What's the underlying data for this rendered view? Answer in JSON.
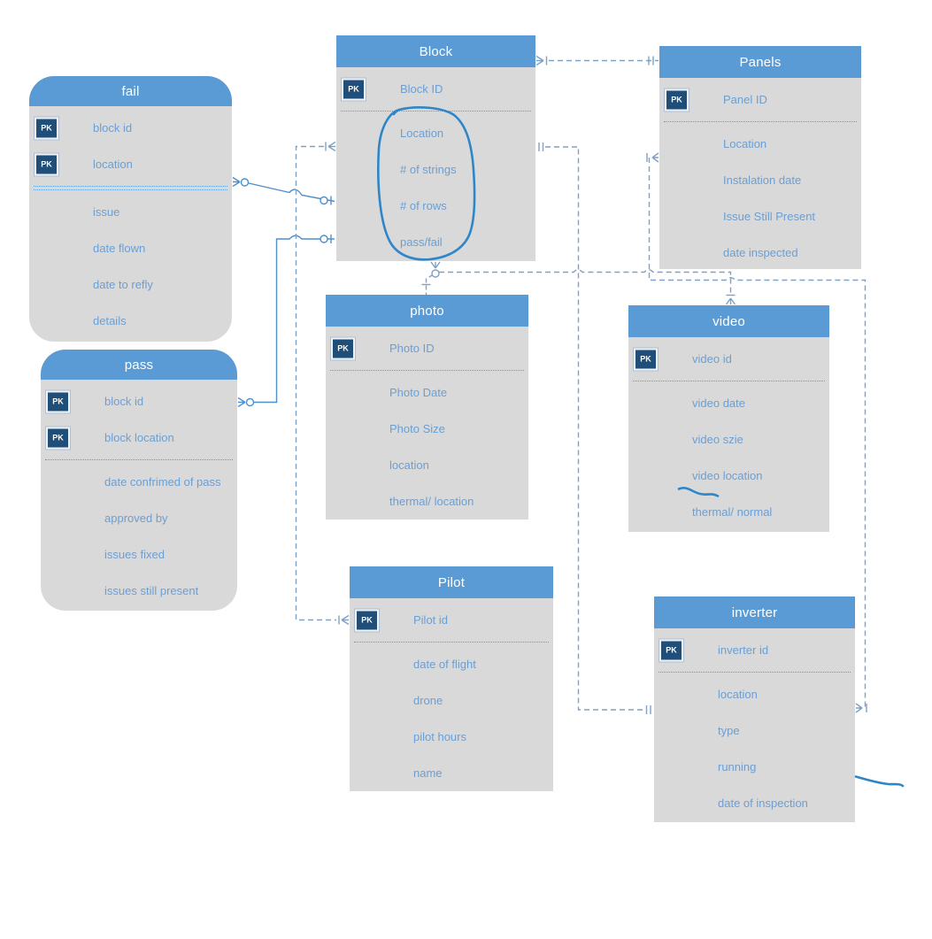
{
  "pk_label": "PK",
  "colors": {
    "header_blue": "#5b9bd5",
    "body_gray": "#d9d9d9",
    "pk_navy": "#1f4e79",
    "field_text_blue": "#6b9fd4",
    "header_text": "#ffffff",
    "connector_solid": "#4e8fcc",
    "connector_dashed": "#7fa1c4",
    "annotation_blue": "#2e86c8"
  },
  "tables": [
    {
      "id": "fail",
      "title": "fail",
      "shape": "rounded",
      "pk_fields": [
        "block id",
        "location"
      ],
      "fields": [
        "issue",
        "date flown",
        "date to refly",
        "details"
      ]
    },
    {
      "id": "pass",
      "title": "pass",
      "shape": "rounded",
      "pk_fields": [
        "block id",
        "block location"
      ],
      "fields": [
        "date confrimed of pass",
        "approved by",
        "issues fixed",
        "issues still present"
      ]
    },
    {
      "id": "block",
      "title": "Block",
      "shape": "square",
      "pk_fields": [
        "Block ID"
      ],
      "fields": [
        "Location",
        "# of strings",
        "# of rows",
        "pass/fail"
      ]
    },
    {
      "id": "panels",
      "title": "Panels",
      "shape": "square",
      "pk_fields": [
        "Panel ID"
      ],
      "fields": [
        "Location",
        "Instalation date",
        "Issue Still Present",
        "date inspected"
      ]
    },
    {
      "id": "photo",
      "title": "photo",
      "shape": "square",
      "pk_fields": [
        "Photo ID"
      ],
      "fields": [
        "Photo Date",
        "Photo Size",
        "location",
        "thermal/ location"
      ]
    },
    {
      "id": "video",
      "title": "video",
      "shape": "square",
      "pk_fields": [
        "video id"
      ],
      "fields": [
        "video date",
        "video szie",
        "video location",
        "thermal/ normal"
      ]
    },
    {
      "id": "pilot",
      "title": "Pilot",
      "shape": "square",
      "pk_fields": [
        "Pilot id"
      ],
      "fields": [
        "date of flight",
        "drone",
        "pilot hours",
        "name"
      ]
    },
    {
      "id": "inverter",
      "title": "inverter",
      "shape": "square",
      "pk_fields": [
        "inverter id"
      ],
      "fields": [
        "location",
        "type",
        "running",
        "date of inspection"
      ]
    }
  ],
  "relationships": [
    {
      "from": "Block",
      "to": "Panels",
      "style": "dashed",
      "from_end": "crow-foot-bar",
      "to_end": "double-bar"
    },
    {
      "from": "fail",
      "to": "Block",
      "style": "solid",
      "from_end": "crow-foot-circle",
      "to_end": "circle-bar"
    },
    {
      "from": "pass",
      "to": "Block",
      "style": "solid",
      "from_end": "crow-foot-circle",
      "to_end": "circle-bar"
    },
    {
      "from": "Block",
      "to": "Pilot",
      "style": "dashed",
      "from_end": "bar-crow-foot",
      "to_end": "bar-crow-foot"
    },
    {
      "from": "Block",
      "to": "inverter",
      "style": "dashed",
      "from_end": "double-bar",
      "to_end": "double-bar"
    },
    {
      "from": "Panels",
      "to": "inverter",
      "style": "dashed",
      "from_end": "bar-crow-foot",
      "to_end": "crow-foot-bar"
    },
    {
      "from": "Block",
      "to": "video",
      "style": "dashed",
      "from_end": "crow-foot-circle",
      "to_end": "bar-crow-foot"
    },
    {
      "from": "Block",
      "to": "photo",
      "style": "dashed",
      "from_end": "junction",
      "to_end": "bar"
    }
  ],
  "annotations": [
    {
      "name": "hand-drawn-ellipse",
      "note": "circles Location, # of strings, # of rows, pass/fail inside Block"
    },
    {
      "name": "hand-drawn-underline",
      "note": "wavy stroke under video location in video"
    },
    {
      "name": "hand-drawn-stroke",
      "note": "stray stroke right of inverter running row"
    }
  ]
}
